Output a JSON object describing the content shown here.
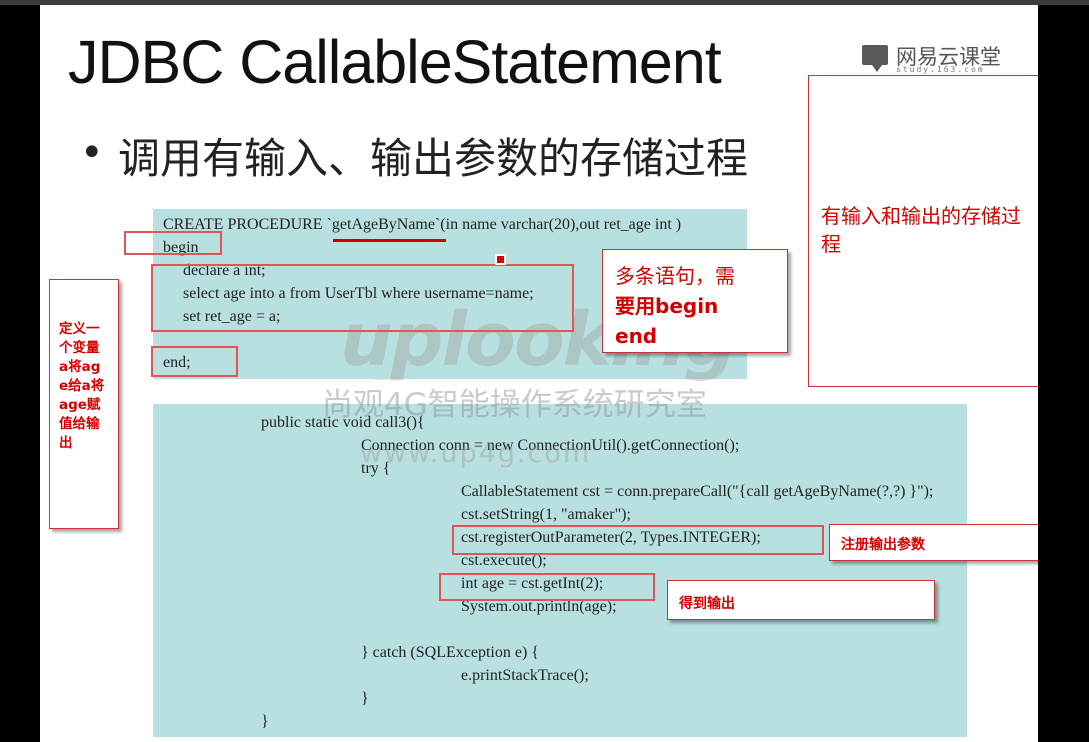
{
  "slide": {
    "title": "JDBC CallableStatement",
    "bullet": "调用有输入、输出参数的存储过程"
  },
  "logo": {
    "name": "网易云课堂",
    "url": "study.163.com"
  },
  "procedure_code": [
    "CREATE PROCEDURE `getAgeByName`(in name varchar(20),out ret_age int )",
    "begin",
    "declare a int;",
    "select age into a from UserTbl where username=name;",
    "set ret_age = a;",
    "end;"
  ],
  "java_code": [
    "public static void call3(){",
    "Connection conn = new ConnectionUtil().getConnection();",
    "try {",
    "CallableStatement cst = conn.prepareCall(\"{call getAgeByName(?,?) }\");",
    "cst.setString(1, \"amaker\");",
    "cst.registerOutParameter(2, Types.INTEGER);",
    "cst.execute();",
    "int age = cst.getInt(2);",
    "System.out.println(age);",
    "} catch (SQLException e) {",
    "e.printStackTrace();",
    "}",
    "}"
  ],
  "callouts": {
    "multi_statement": [
      "多条语句，需",
      "要用begin",
      "end"
    ],
    "proc_in_out": "有输入和输出的存储过程",
    "define_var": "定义一个变量a将age给a将age赋值给输出",
    "register_out": "注册输出参数",
    "get_output": "得到输出"
  },
  "watermark": {
    "logo_text": "uplooking",
    "lab_name": "尚观4G智能操作系统研究室",
    "url": "www.up4g.com"
  },
  "colors": {
    "code_bg": "#b9e0e0",
    "highlight_border": "#e05555",
    "callout_text": "#d40000"
  }
}
